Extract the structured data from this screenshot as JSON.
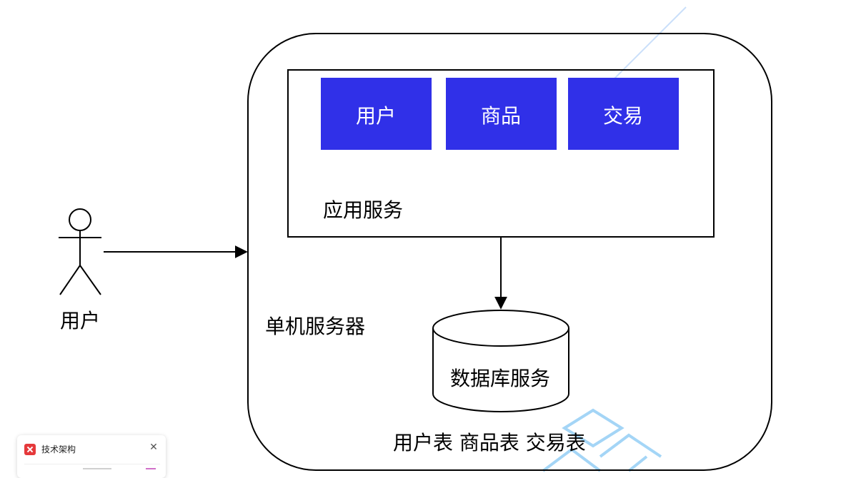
{
  "diagram": {
    "actor_label": "用户",
    "server_label": "单机服务器",
    "app_service": {
      "label": "应用服务",
      "modules": [
        "用户",
        "商品",
        "交易"
      ]
    },
    "database": {
      "label": "数据库服务",
      "tables_label": "用户表 商品表 交易表"
    }
  },
  "colors": {
    "module_fill": "#3030e8",
    "module_text": "#ffffff",
    "stroke": "#000000",
    "watermark": "#5ab4f0"
  },
  "notification": {
    "title": "技术架构",
    "close_icon": "close-icon",
    "app_icon": "app-logo-icon"
  }
}
